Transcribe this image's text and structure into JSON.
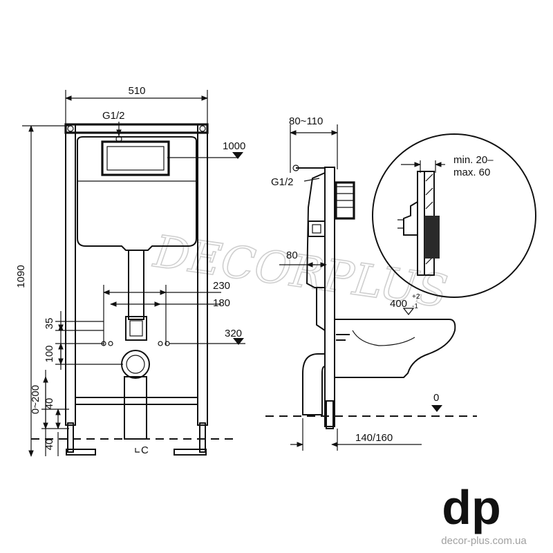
{
  "front_view": {
    "width_label": "510",
    "height_label": "1090",
    "inlet_label": "G1/2",
    "tank_level_label": "1000",
    "dim_230": "230",
    "dim_180": "180",
    "dim_320": "320",
    "dim_35": "35",
    "dim_100": "100",
    "dim_0_200": "0~200",
    "dim_40_a": "40",
    "dim_40_b": "40",
    "outlet_mark": "C"
  },
  "side_view": {
    "depth_label": "80~110",
    "inlet_label": "G1/2",
    "dim_80": "80",
    "bowl_height_label": "400",
    "bowl_height_tol_upper": "+2",
    "bowl_height_tol_lower": "-1",
    "floor_level_label": "0",
    "projection_label": "140/160"
  },
  "detail": {
    "min_label": "min. 20–",
    "max_label": "max. 60"
  },
  "watermark": {
    "text": "DECORPLUS"
  },
  "brand": {
    "logo_text": "dp",
    "url": "decor-plus.com.ua",
    "color": "#f5a623"
  }
}
